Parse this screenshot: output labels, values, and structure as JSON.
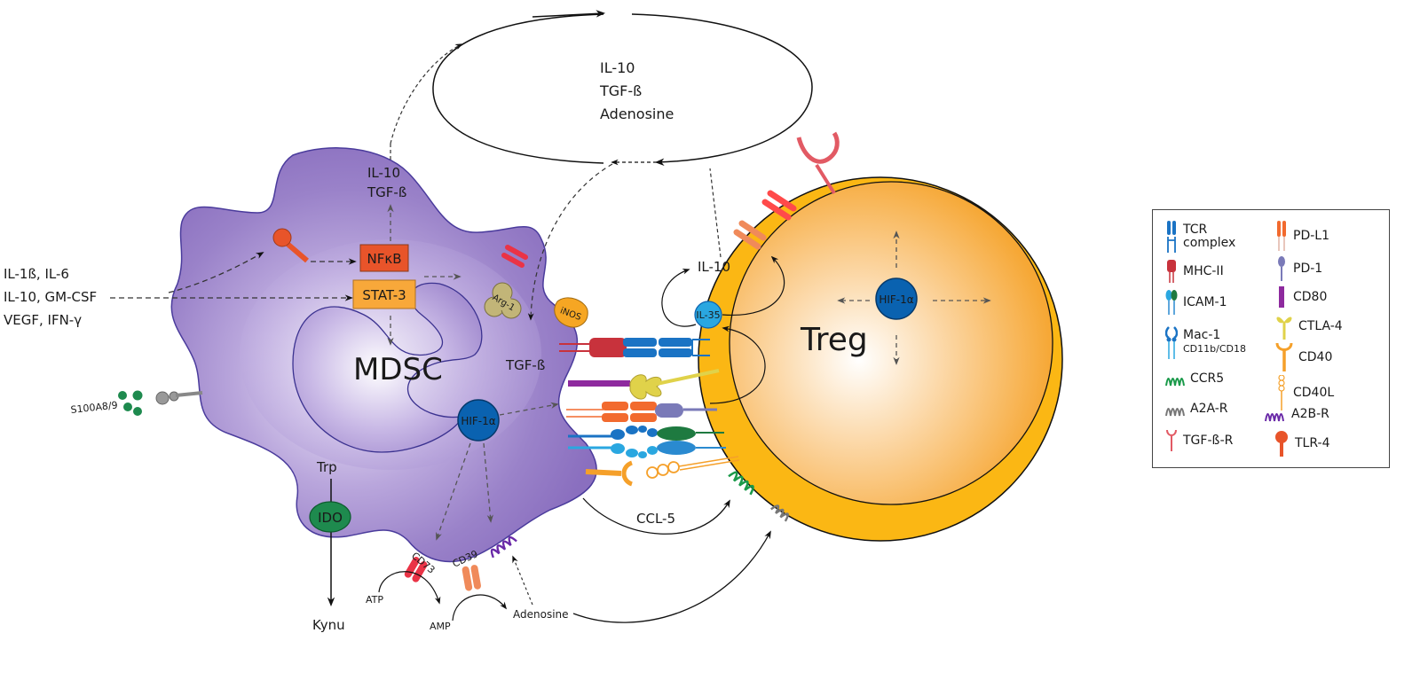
{
  "diagram": {
    "title": "MDSC–Treg interaction",
    "colors": {
      "mdsc": "#8c72c0",
      "mdsc_edge": "#4a3b9c",
      "treg_outer": "#fbb714",
      "treg_inner": "#f8a83a",
      "hif": "#0a62b0",
      "il35": "#2aa7e0",
      "nfkb": "#e8542a",
      "stat3": "#f8a83a",
      "ido": "#1e8a4e",
      "arg1": "#c2b578",
      "inos": "#f6a623"
    },
    "cells": {
      "mdsc": "MDSC",
      "treg": "Treg"
    },
    "ellipse_pool": {
      "line1": "IL-10",
      "line2": "TGF-ß",
      "line3": "Adenosine"
    },
    "inputs": {
      "line1": "IL-1ß, IL-6",
      "line2": "IL-10, GM-CSF",
      "line3": "VEGF, IFN-γ"
    },
    "mdsc_labels": {
      "secreted_il10": "IL-10",
      "secreted_tgfb": "TGF-ß",
      "nfkb": "NFκB",
      "stat3": "STAT-3",
      "arg1": "Arg-1",
      "inos": "iNOS",
      "tgfb_near": "TGF-ß",
      "hif": "HIF-1α",
      "trp": "Trp",
      "ido": "IDO",
      "kynu": "Kynu",
      "s100": "S100A8/9",
      "cd73": "CD73",
      "cd39": "CD39",
      "atp": "ATP",
      "amp": "AMP",
      "adenosine": "Adenosine",
      "ccl5": "CCL-5"
    },
    "treg_labels": {
      "il10": "IL-10",
      "il35": "IL-35",
      "hif": "HIF-1α"
    }
  },
  "legend": {
    "left": [
      {
        "label": "TCR",
        "label2": "complex",
        "icon": "tcr-complex-icon",
        "color": "#1a73c4"
      },
      {
        "label": "MHC-II",
        "icon": "mhc-ii-icon",
        "color": "#c8323c"
      },
      {
        "label": "ICAM-1",
        "icon": "icam-1-icon",
        "color": "#2aa7e0"
      },
      {
        "label": "Mac-1",
        "sub": "CD11b/CD18",
        "icon": "mac-1-icon",
        "color": "#1a73c4"
      },
      {
        "label": "CCR5",
        "icon": "ccr5-icon",
        "color": "#1a9a4a"
      },
      {
        "label": "A2A-R",
        "icon": "a2a-r-icon",
        "color": "#777777"
      },
      {
        "label": "TGF-ß-R",
        "icon": "tgfb-r-icon",
        "color": "#e25a64"
      }
    ],
    "right": [
      {
        "label": "PD-L1",
        "icon": "pd-l1-icon",
        "color": "#f26a2e"
      },
      {
        "label": "PD-1",
        "icon": "pd-1-icon",
        "color": "#7a7ab8"
      },
      {
        "label": "CD80",
        "icon": "cd80-icon",
        "color": "#8e2a9e"
      },
      {
        "label": "CTLA-4",
        "icon": "ctla-4-icon",
        "color": "#e0d24a"
      },
      {
        "label": "CD40",
        "icon": "cd40-icon",
        "color": "#f5a02a"
      },
      {
        "label": "CD40L",
        "icon": "cd40l-icon",
        "color": "#f5a02a"
      },
      {
        "label": "A2B-R",
        "icon": "a2b-r-icon",
        "color": "#6a2aa8"
      },
      {
        "label": "TLR-4",
        "icon": "tlr-4-icon",
        "color": "#e8542a"
      }
    ]
  }
}
